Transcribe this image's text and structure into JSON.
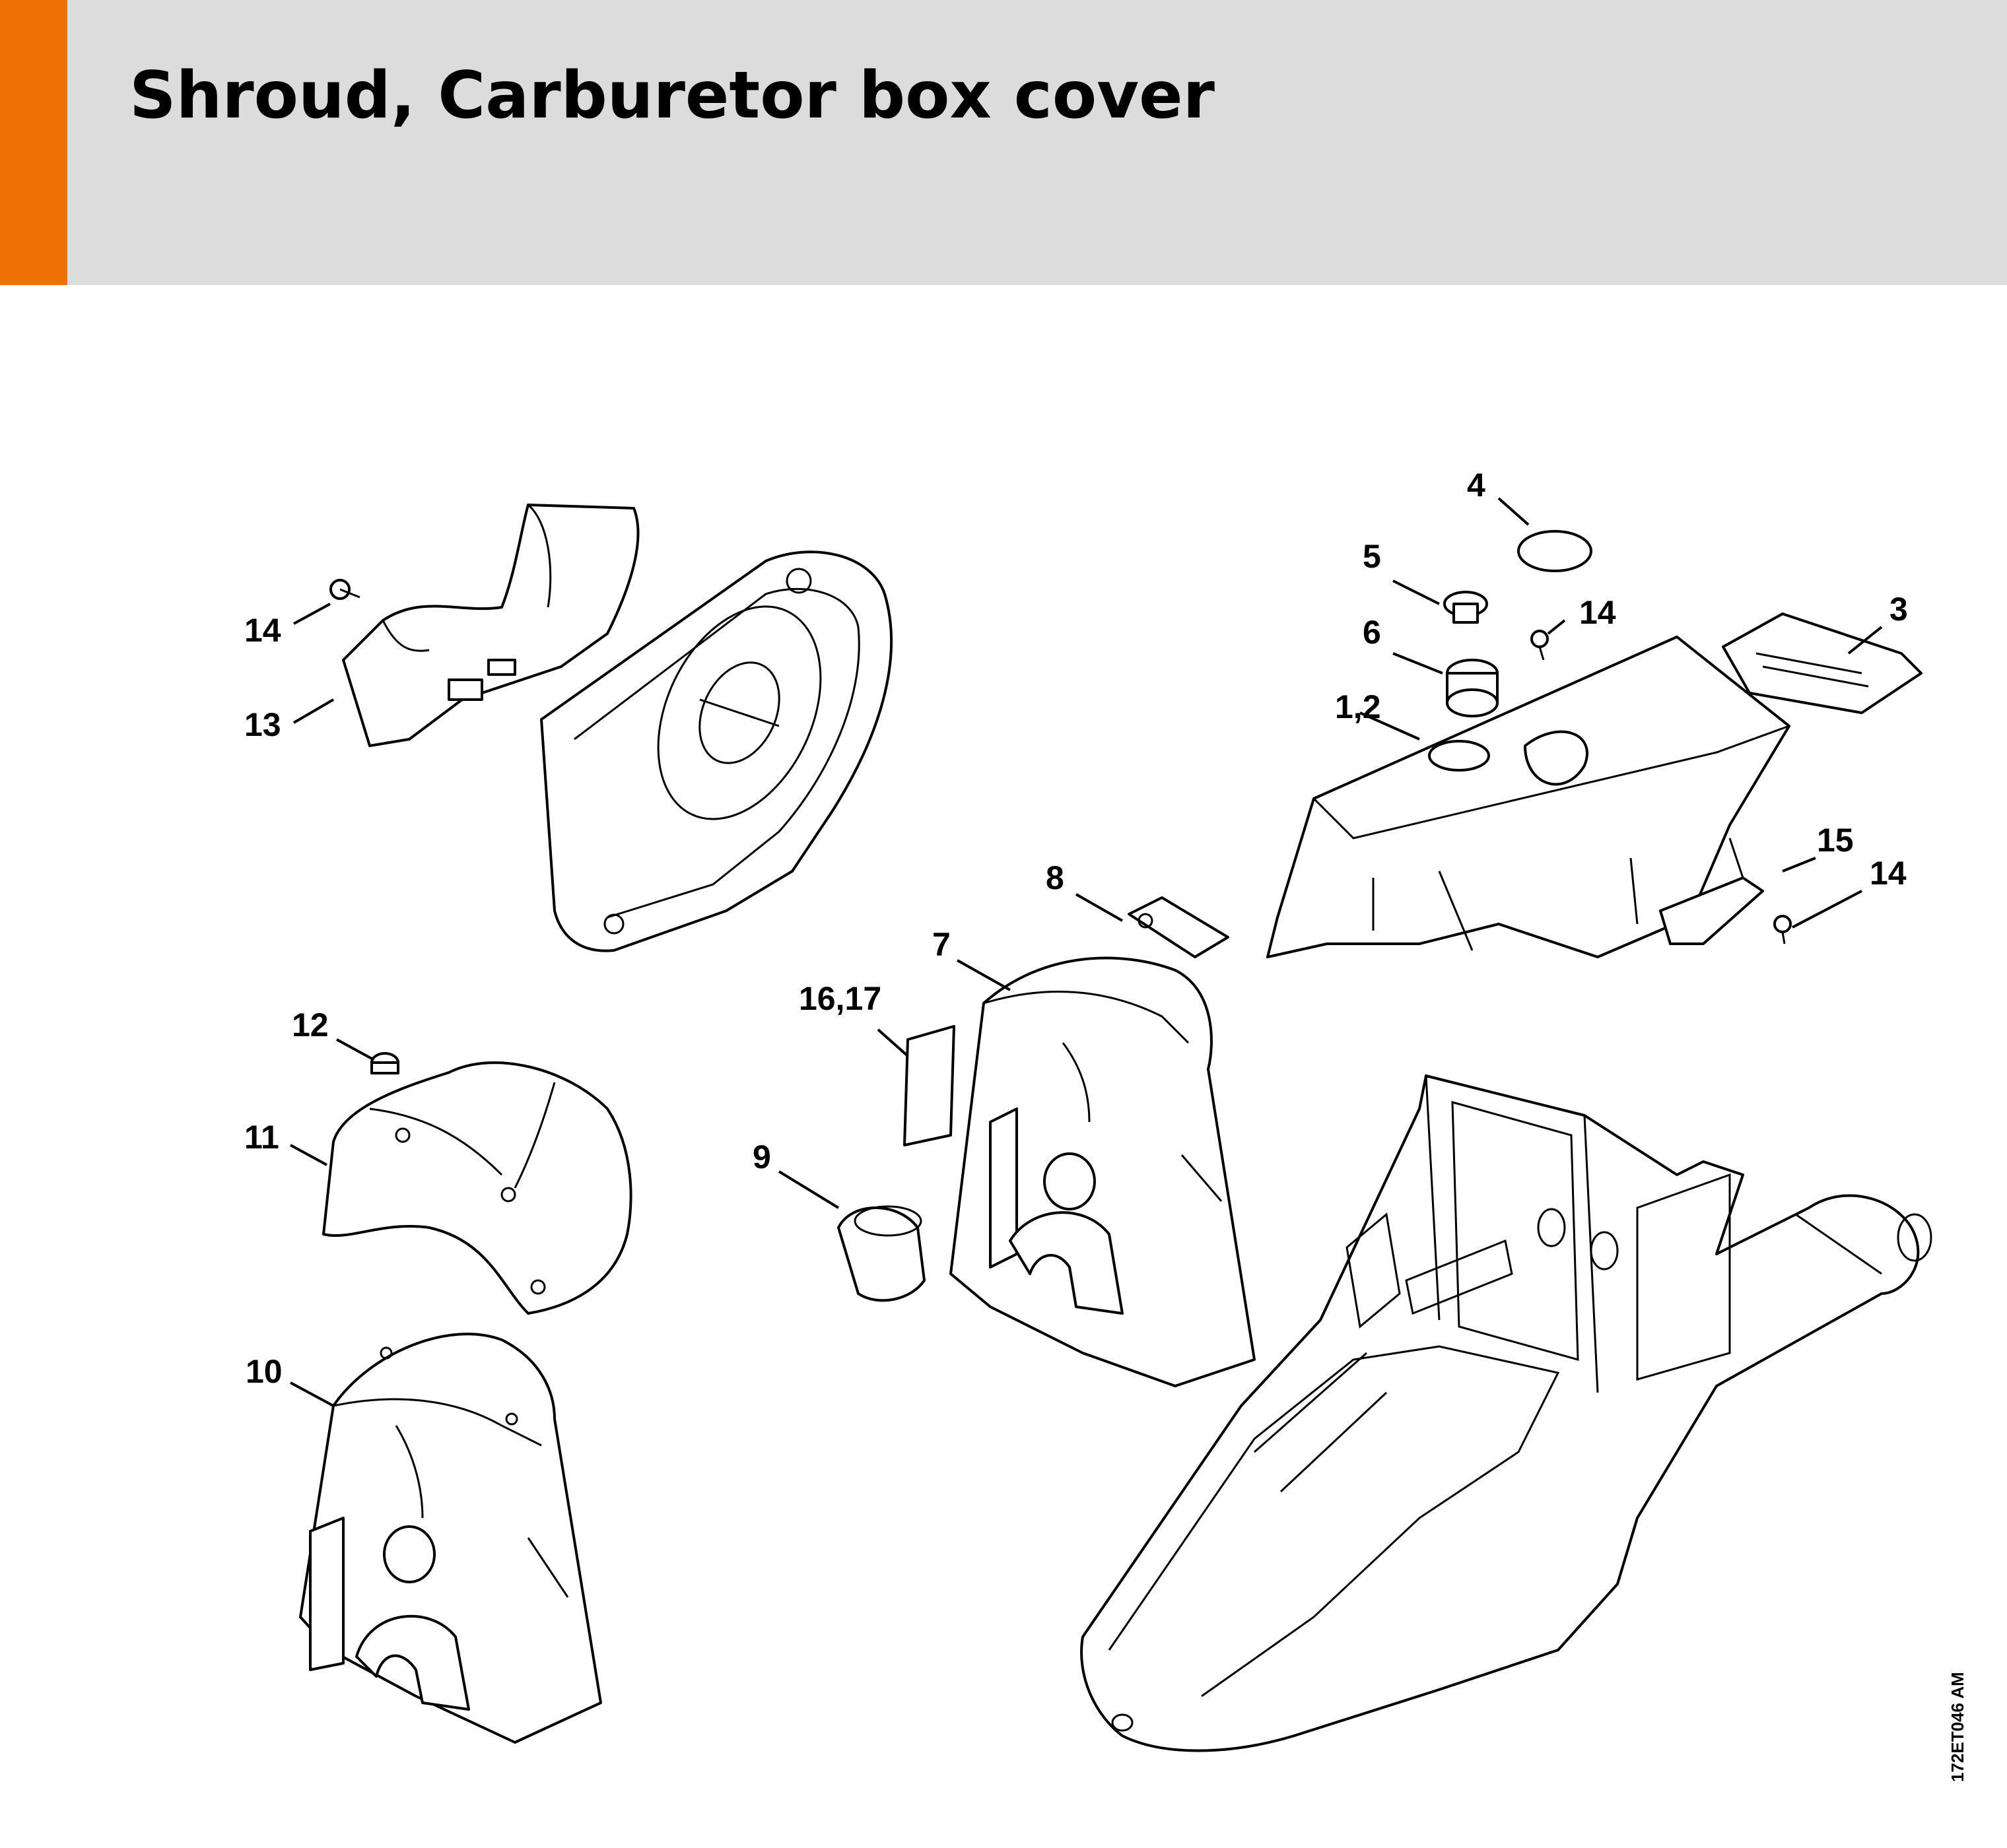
{
  "header": {
    "title": "Shroud, Carburetor box cover",
    "accent_color": "#ee7203",
    "background_color": "#dcdcdc"
  },
  "diagram": {
    "callouts": {
      "c4": "4",
      "c5": "5",
      "c14a": "14",
      "c6": "6",
      "c3": "3",
      "c12pair": "1,2",
      "c14b": "14",
      "c13": "13",
      "c15": "15",
      "c14c": "14",
      "c8": "8",
      "c7": "7",
      "c1617": "16,17",
      "c12": "12",
      "c11": "11",
      "c9": "9",
      "c10": "10"
    },
    "drawing_code": "172ET046 AM"
  }
}
